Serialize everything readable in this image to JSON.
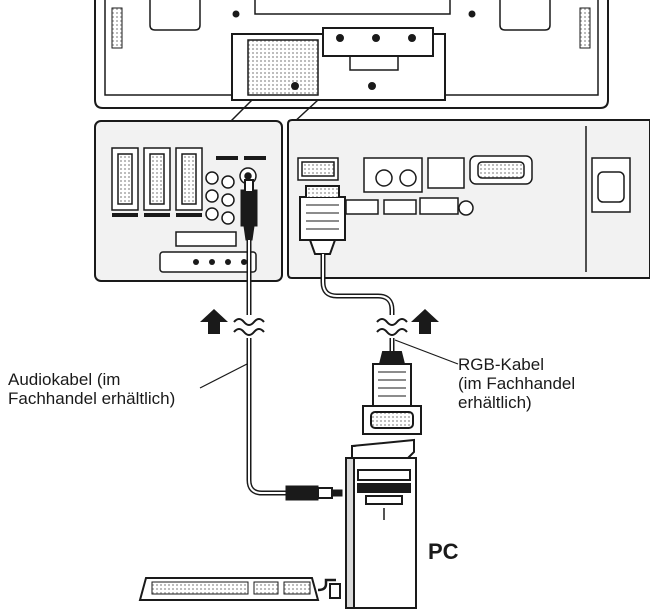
{
  "labels": {
    "audio_cable": [
      "Audiokabel (im",
      "Fachhandel erhältlich)"
    ],
    "rgb_cable": [
      "RGB-Kabel",
      "(im Fachhandel",
      "erhältlich)"
    ],
    "pc": "PC"
  },
  "colors": {
    "line": "#1a1a1a",
    "panel_fill": "#f2f2f2",
    "panel_dark": "#d9d9d9",
    "background": "#ffffff"
  },
  "icons": [
    "arrow-up-icon",
    "wave-break-icon",
    "scart-connector-icon",
    "vga-plug-icon",
    "audio-plug-icon",
    "keyboard-icon",
    "pc-tower-icon"
  ]
}
